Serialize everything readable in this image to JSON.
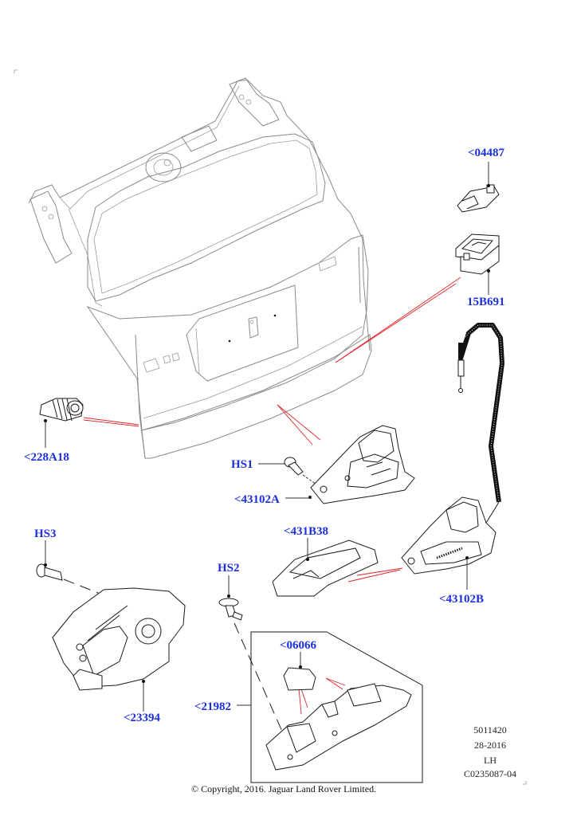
{
  "diagram": {
    "title": "Tailgate latch and release components exploded view",
    "line_color_red": "#e0262a",
    "callout_color": "#1b2fe0"
  },
  "callouts": {
    "c04487": "<04487",
    "c15B691": "15B691",
    "c228A18": "<228A18",
    "hs1": "HS1",
    "c43102A": "<43102A",
    "hs3": "HS3",
    "c431B38": "<431B38",
    "hs2": "HS2",
    "c43102B": "<43102B",
    "c06066": "<06066",
    "c21982": "<21982",
    "c23394": "<23394"
  },
  "info_block": {
    "line1": "5011420",
    "line2": "28-2016",
    "line3": "LH",
    "line4": "C0235087-04"
  },
  "footer": {
    "copyright": "© Copyright, 2016. Jaguar Land Rover Limited."
  }
}
